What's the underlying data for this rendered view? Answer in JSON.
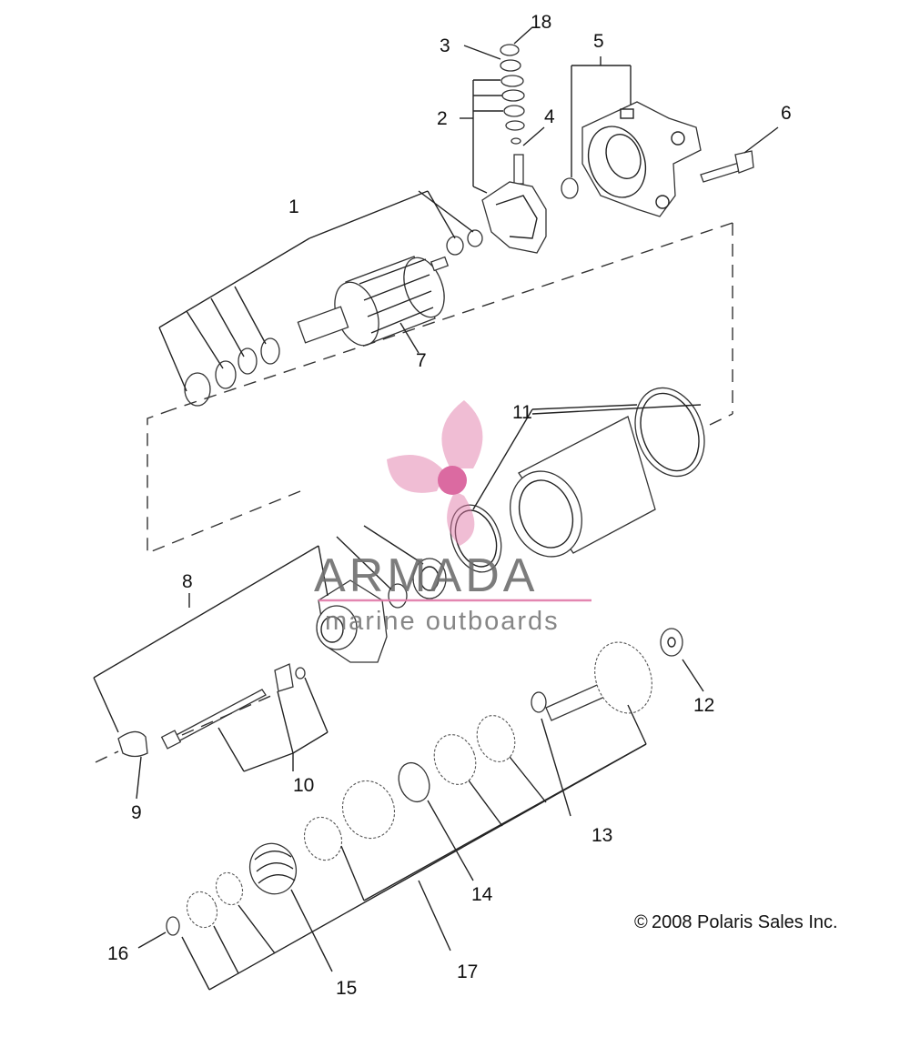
{
  "diagram": {
    "callouts": [
      "1",
      "2",
      "3",
      "4",
      "5",
      "6",
      "7",
      "8",
      "9",
      "10",
      "11",
      "12",
      "13",
      "14",
      "15",
      "16",
      "17",
      "18"
    ],
    "copyright": "2008 Polaris Sales Inc.",
    "copyright_symbol": "©"
  },
  "watermark": {
    "brand": "ARMADA",
    "tagline": "marine outboards",
    "accent_color": "#e07aa8",
    "icon": "propeller-icon"
  }
}
